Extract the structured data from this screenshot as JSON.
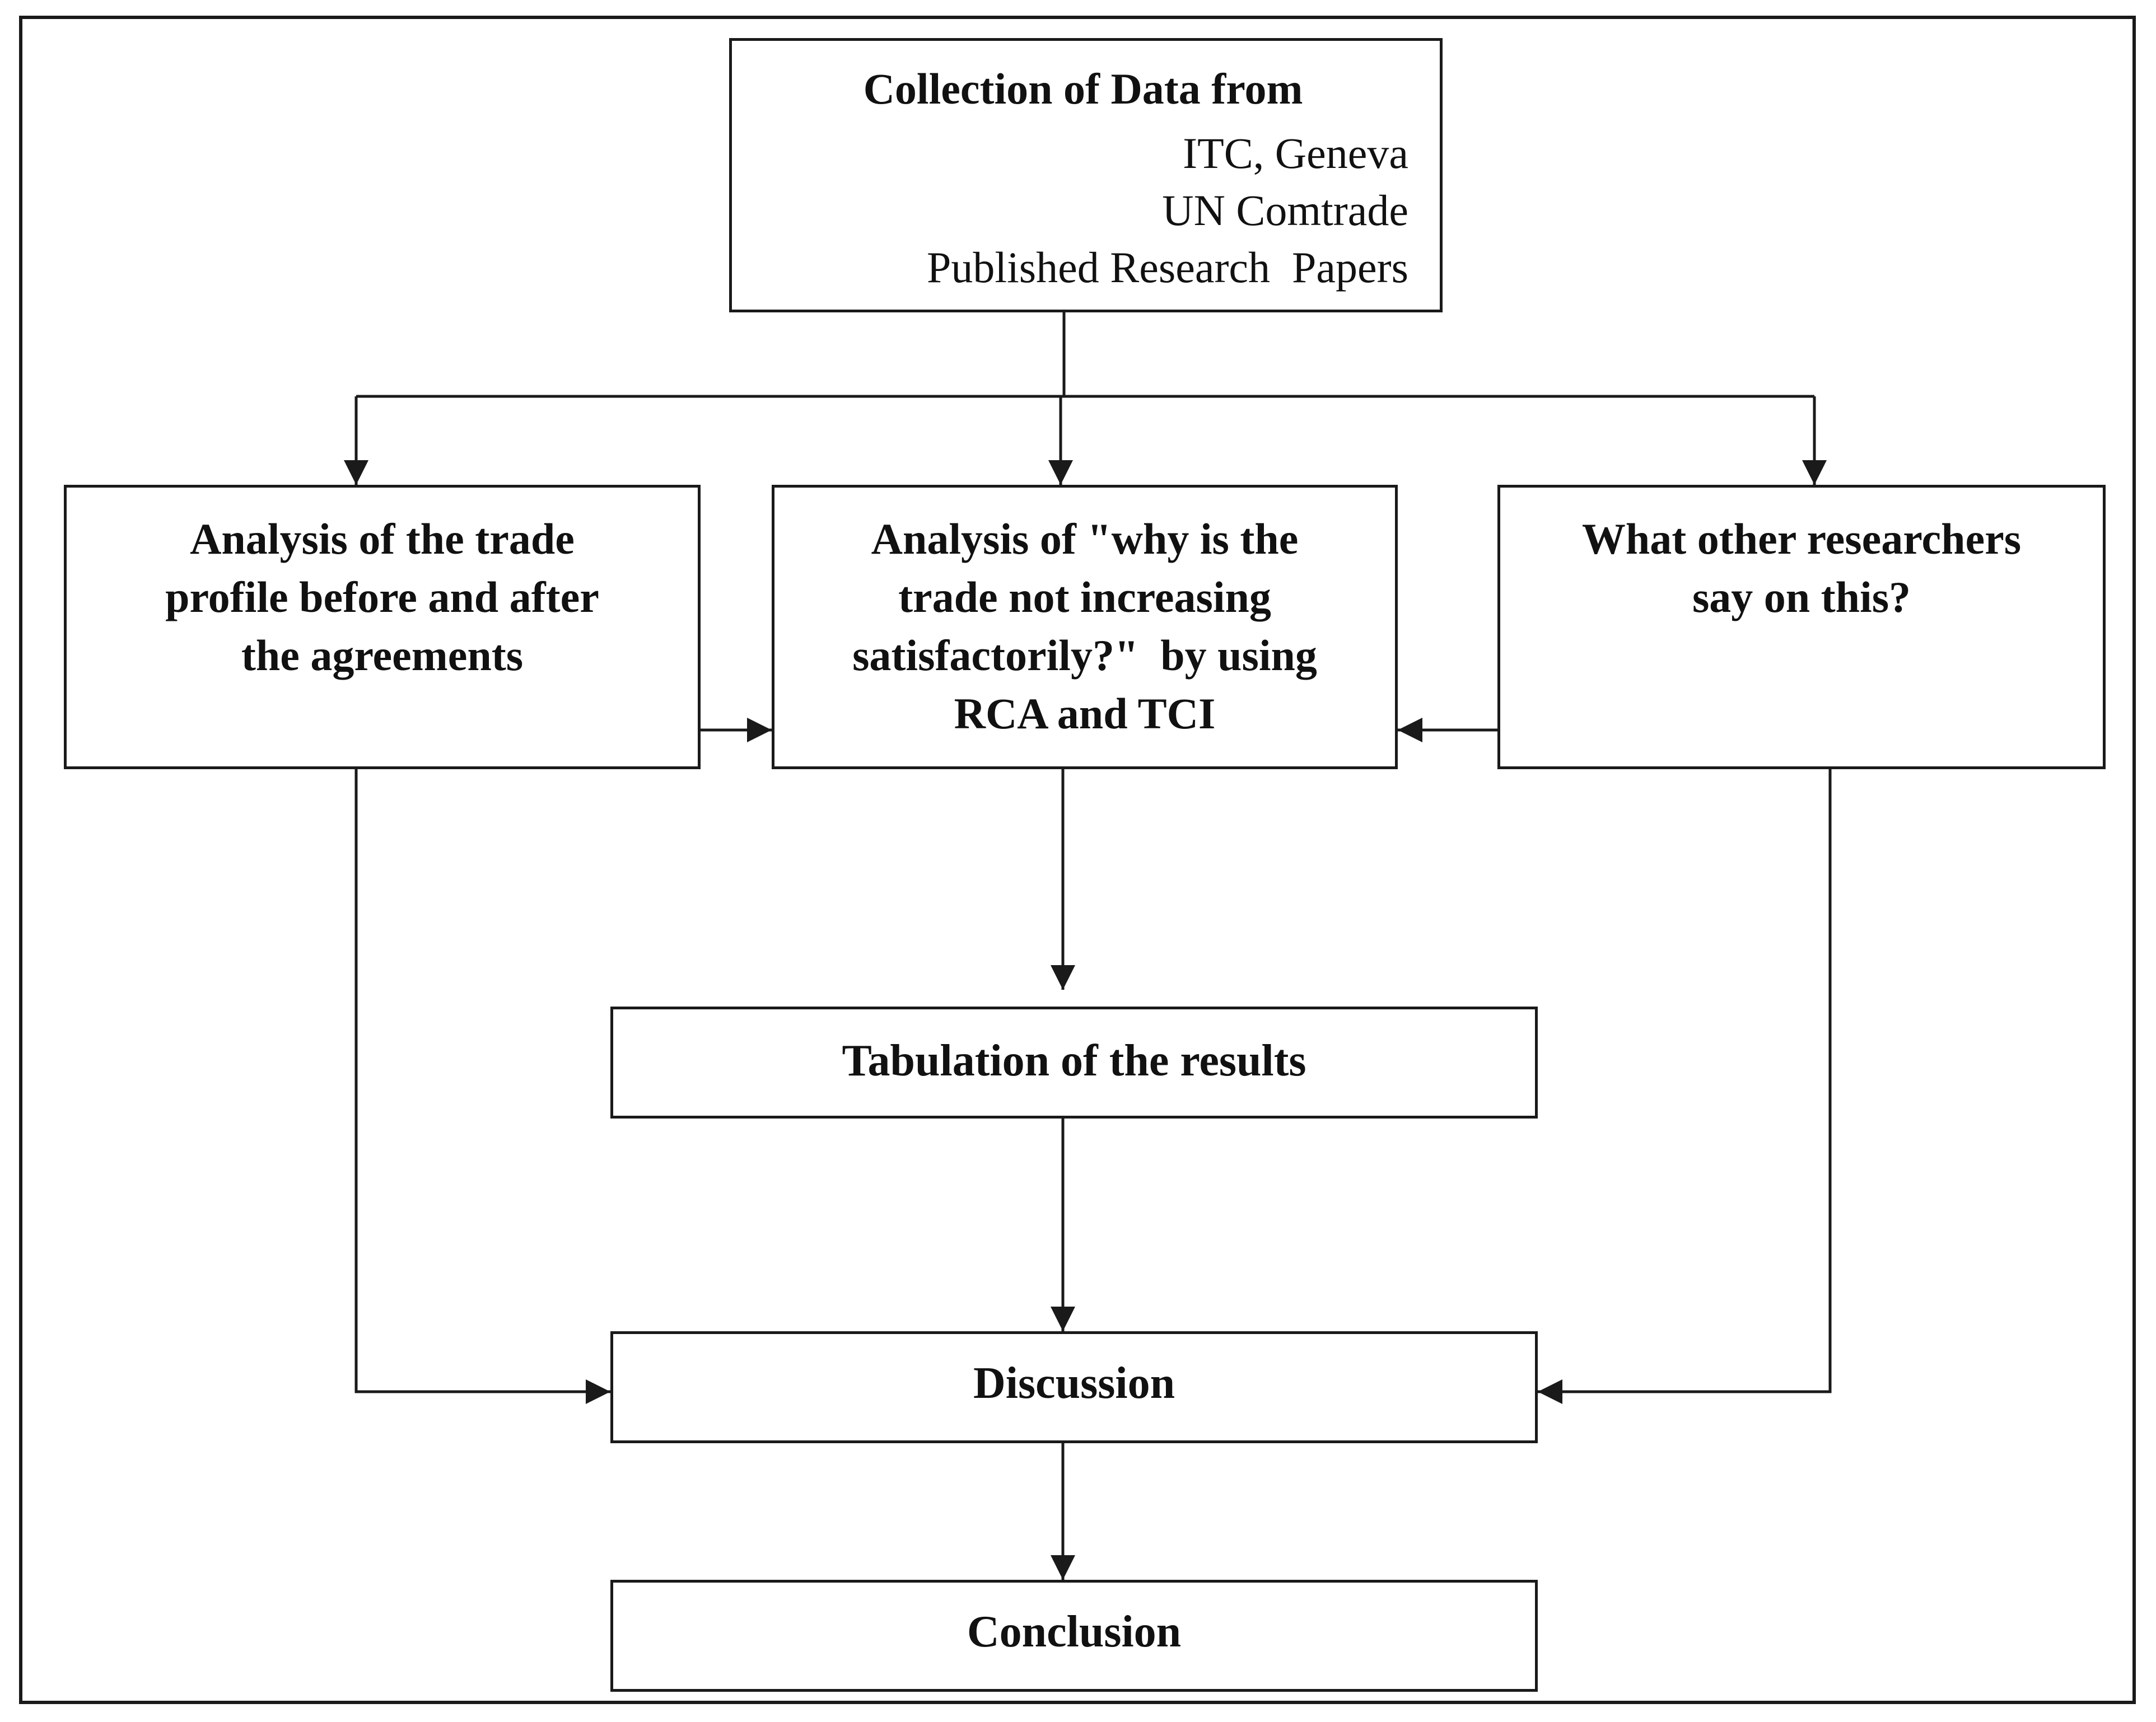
{
  "diagram": {
    "collection": {
      "heading": "Collection of Data from",
      "sources": [
        "ITC, Geneva",
        "UN Comtrade",
        "Published Research  Papers"
      ]
    },
    "trade_profile": [
      "Analysis of the trade",
      "profile before and after",
      "the agreements"
    ],
    "why_analysis": [
      "Analysis of \"why is the",
      "trade not increasing",
      "satisfactorily?\"  by using",
      "RCA and TCI"
    ],
    "other_researchers": [
      "What other researchers",
      "say on this?"
    ],
    "tabulation": "Tabulation of the results",
    "discussion": "Discussion",
    "conclusion": "Conclusion"
  },
  "colors": {
    "line": "#1a1a1a",
    "text": "#111111",
    "background": "#ffffff"
  }
}
